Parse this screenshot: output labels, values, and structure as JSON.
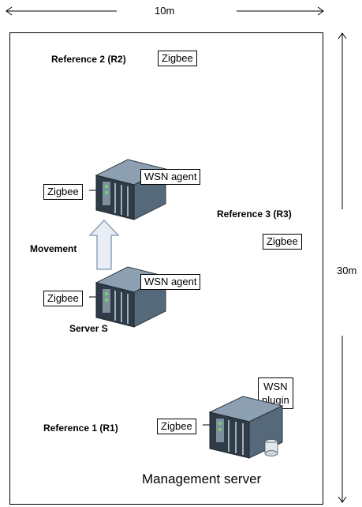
{
  "dimensions": {
    "width": "10m",
    "height": "30m"
  },
  "references": {
    "r2": {
      "label": "Reference 2 (R2)",
      "device": "Zigbee"
    },
    "r3": {
      "label": "Reference 3 (R3)",
      "device": "Zigbee"
    },
    "r1": {
      "label": "Reference 1 (R1)",
      "device": "Zigbee"
    }
  },
  "servers": {
    "moved": {
      "device": "Zigbee",
      "agent": "WSN agent"
    },
    "server_s": {
      "label": "Server S",
      "device": "Zigbee",
      "agent": "WSN agent"
    },
    "management": {
      "label": "Management server",
      "device": "Zigbee",
      "plugin_line1": "WSN",
      "plugin_line2": "plugin"
    }
  },
  "movement": {
    "label": "Movement"
  },
  "colors": {
    "server_body": "#5b6f80",
    "server_front": "#2f3b46",
    "arrow_fill": "#e9eef4",
    "arrow_stroke": "#8fa3b8"
  }
}
